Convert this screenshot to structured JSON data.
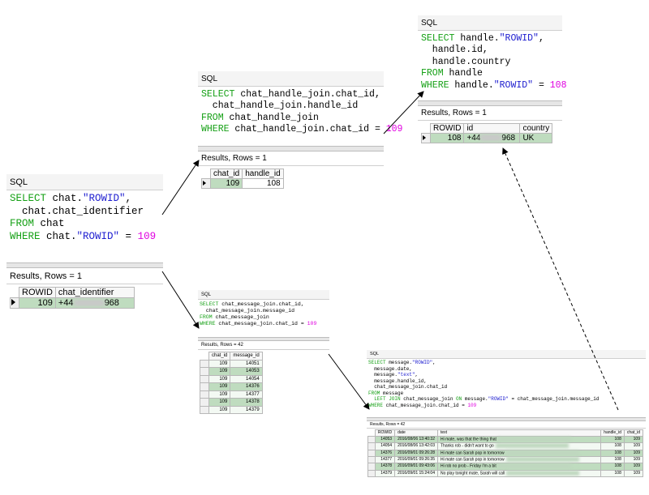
{
  "panel_chat": {
    "sql_label": "SQL",
    "sql_lines": [
      [
        {
          "t": "SELECT",
          "c": "kw"
        },
        {
          "t": " chat.",
          "c": "plain"
        },
        {
          "t": "\"ROWID\"",
          "c": "str"
        },
        {
          "t": ",",
          "c": "plain"
        }
      ],
      [
        {
          "t": "  chat.chat_identifier",
          "c": "plain"
        }
      ],
      [
        {
          "t": "FROM",
          "c": "kw"
        },
        {
          "t": " chat",
          "c": "plain"
        }
      ],
      [
        {
          "t": "WHERE",
          "c": "kw"
        },
        {
          "t": " chat.",
          "c": "plain"
        },
        {
          "t": "\"ROWID\"",
          "c": "str"
        },
        {
          "t": " = ",
          "c": "plain"
        },
        {
          "t": "109",
          "c": "num"
        }
      ]
    ],
    "results_label": "Results, Rows = 1",
    "columns": [
      "ROWID",
      "chat_identifier"
    ],
    "rows": [
      [
        "109",
        "+44",
        "968"
      ]
    ]
  },
  "panel_handle_join": {
    "sql_label": "SQL",
    "sql_lines": [
      [
        {
          "t": "SELECT",
          "c": "kw"
        },
        {
          "t": " chat_handle_join.chat_id,",
          "c": "plain"
        }
      ],
      [
        {
          "t": "  chat_handle_join.handle_id",
          "c": "plain"
        }
      ],
      [
        {
          "t": "FROM",
          "c": "kw"
        },
        {
          "t": " chat_handle_join",
          "c": "plain"
        }
      ],
      [
        {
          "t": "WHERE",
          "c": "kw"
        },
        {
          "t": " chat_handle_join.chat_id = ",
          "c": "plain"
        },
        {
          "t": "109",
          "c": "num"
        }
      ]
    ],
    "results_label": "Results, Rows = 1",
    "columns": [
      "chat_id",
      "handle_id"
    ],
    "rows": [
      [
        "109",
        "108"
      ]
    ]
  },
  "panel_handle": {
    "sql_label": "SQL",
    "sql_lines": [
      [
        {
          "t": "SELECT",
          "c": "kw"
        },
        {
          "t": " handle.",
          "c": "plain"
        },
        {
          "t": "\"ROWID\"",
          "c": "str"
        },
        {
          "t": ",",
          "c": "plain"
        }
      ],
      [
        {
          "t": "  handle.id,",
          "c": "plain"
        }
      ],
      [
        {
          "t": "  handle.country",
          "c": "plain"
        }
      ],
      [
        {
          "t": "FROM",
          "c": "kw"
        },
        {
          "t": " handle",
          "c": "plain"
        }
      ],
      [
        {
          "t": "WHERE",
          "c": "kw"
        },
        {
          "t": " handle.",
          "c": "plain"
        },
        {
          "t": "\"ROWID\"",
          "c": "str"
        },
        {
          "t": " = ",
          "c": "plain"
        },
        {
          "t": "108",
          "c": "num"
        }
      ]
    ],
    "results_label": "Results, Rows = 1",
    "columns": [
      "ROWID",
      "id",
      "country"
    ],
    "rows": [
      [
        "108",
        "+44",
        "968",
        "UK"
      ]
    ]
  },
  "panel_message_join": {
    "sql_label": "SQL",
    "sql_lines": [
      [
        {
          "t": "SELECT",
          "c": "kw"
        },
        {
          "t": " chat_message_join.chat_id,",
          "c": "plain"
        }
      ],
      [
        {
          "t": "  chat_message_join.message_id",
          "c": "plain"
        }
      ],
      [
        {
          "t": "FROM",
          "c": "kw"
        },
        {
          "t": " chat_message_join",
          "c": "plain"
        }
      ],
      [
        {
          "t": "WHERE",
          "c": "kw"
        },
        {
          "t": " chat_message_join.chat_id = ",
          "c": "plain"
        },
        {
          "t": "109",
          "c": "num"
        }
      ]
    ],
    "results_label": "Results, Rows = 42",
    "columns": [
      "chat_id",
      "message_id"
    ],
    "rows": [
      [
        "109",
        "14051"
      ],
      [
        "109",
        "14053"
      ],
      [
        "109",
        "14054"
      ],
      [
        "109",
        "14376"
      ],
      [
        "109",
        "14377"
      ],
      [
        "109",
        "14378"
      ],
      [
        "109",
        "14379"
      ]
    ]
  },
  "panel_message": {
    "sql_label": "SQL",
    "sql_lines": [
      [
        {
          "t": "SELECT",
          "c": "kw"
        },
        {
          "t": " message.",
          "c": "plain"
        },
        {
          "t": "\"ROWID\"",
          "c": "str"
        },
        {
          "t": ",",
          "c": "plain"
        }
      ],
      [
        {
          "t": "  message.date,",
          "c": "plain"
        }
      ],
      [
        {
          "t": "  message.",
          "c": "plain"
        },
        {
          "t": "\"text\"",
          "c": "str"
        },
        {
          "t": ",",
          "c": "plain"
        }
      ],
      [
        {
          "t": "  message.handle_id,",
          "c": "plain"
        }
      ],
      [
        {
          "t": "  chat_message_join.chat_id",
          "c": "plain"
        }
      ],
      [
        {
          "t": "FROM",
          "c": "kw"
        },
        {
          "t": " message",
          "c": "plain"
        }
      ],
      [
        {
          "t": "  LEFT JOIN",
          "c": "kw"
        },
        {
          "t": " chat_message_join ",
          "c": "plain"
        },
        {
          "t": "ON",
          "c": "kw"
        },
        {
          "t": " message.",
          "c": "plain"
        },
        {
          "t": "\"ROWID\"",
          "c": "str"
        },
        {
          "t": " = chat_message_join.message_id",
          "c": "plain"
        }
      ],
      [
        {
          "t": "WHERE",
          "c": "kw"
        },
        {
          "t": " chat_message_join.chat_id = ",
          "c": "plain"
        },
        {
          "t": "109",
          "c": "num"
        }
      ]
    ],
    "results_label": "Results, Rows = 42",
    "columns": [
      "ROWID",
      "date",
      "text",
      "handle_id",
      "chat_id"
    ],
    "rows": [
      [
        "14053",
        "2016/08/06 13:40:32",
        "Hi mate, was that the thing that",
        "108",
        "109"
      ],
      [
        "14054",
        "2016/08/06 13:42:03",
        "Thanks rob - didn't want to go",
        "108",
        "109"
      ],
      [
        "14376",
        "2016/09/01 09:26:28",
        "Hi mate can Sarah pop in tomorrow",
        "108",
        "109"
      ],
      [
        "14377",
        "2016/09/01 09:26:35",
        "Hi mate can Sarah pop in tomorrow",
        "108",
        "109"
      ],
      [
        "14378",
        "2016/09/01 09:43:06",
        "Hi rob no prob - Friday I'm a bit",
        "108",
        "109"
      ],
      [
        "14379",
        "2016/09/01 15:24:04",
        "No play tonight mate, Sarah will call",
        "108",
        "109"
      ]
    ]
  },
  "colors": {
    "keyword": "#15a015",
    "string": "#2020d0",
    "number": "#e000e0",
    "selected_row": "#bfdcbf"
  }
}
